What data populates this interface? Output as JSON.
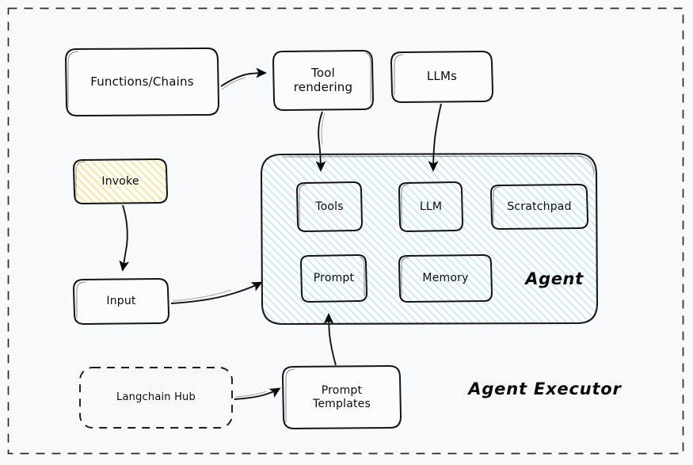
{
  "diagram": {
    "title": "Agent Executor",
    "background_color": "#f7f9fb",
    "stroke_color": "#0b0b0b",
    "agent_fill_color": "#cde8f7",
    "invoke_fill_color": "#f5e7b3"
  },
  "outer_container": {
    "label": "Agent Executor",
    "border_style": "dashed"
  },
  "agent_container": {
    "label": "Agent",
    "fill": "hatched-blue"
  },
  "nodes": {
    "functions_chains": {
      "label": "Functions/Chains"
    },
    "tool_rendering": {
      "label": "Tool\nrendering"
    },
    "llms": {
      "label": "LLMs"
    },
    "invoke": {
      "label": "Invoke"
    },
    "input": {
      "label": "Input"
    },
    "tools": {
      "label": "Tools"
    },
    "llm": {
      "label": "LLM"
    },
    "scratchpad": {
      "label": "Scratchpad"
    },
    "prompt": {
      "label": "Prompt"
    },
    "memory": {
      "label": "Memory"
    },
    "langchain_hub": {
      "label": "Langchain Hub"
    },
    "prompt_templates": {
      "label": "Prompt\nTemplates"
    }
  },
  "edges": [
    {
      "name": "functions-chains-to-tool-rendering",
      "from": "Functions/Chains",
      "to": "Tool rendering"
    },
    {
      "name": "tool-rendering-to-tools",
      "from": "Tool rendering",
      "to": "Tools"
    },
    {
      "name": "llms-to-llm",
      "from": "LLMs",
      "to": "LLM"
    },
    {
      "name": "invoke-to-input",
      "from": "Invoke",
      "to": "Input"
    },
    {
      "name": "input-to-agent",
      "from": "Input",
      "to": "Agent"
    },
    {
      "name": "langchain-hub-to-prompt-templates",
      "from": "Langchain Hub",
      "to": "Prompt Templates"
    },
    {
      "name": "prompt-templates-to-prompt",
      "from": "Prompt Templates",
      "to": "Prompt"
    }
  ]
}
